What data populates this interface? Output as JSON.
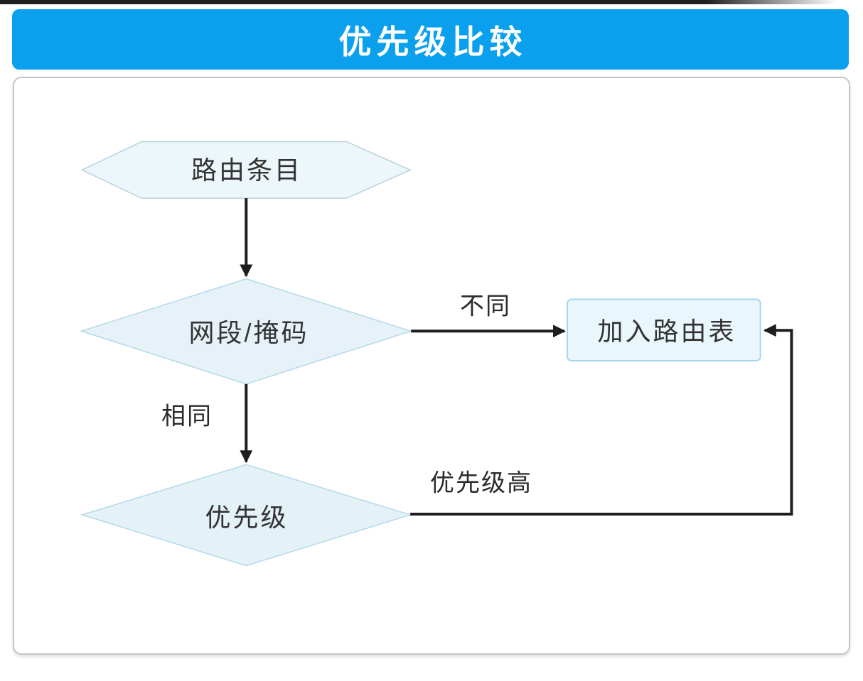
{
  "title_bar": {
    "text": "优先级比较",
    "background_color": "#0ba0ee",
    "text_color": "#ffffff"
  },
  "diagram": {
    "nodes": [
      {
        "id": "route-entry",
        "shape": "hexagon",
        "label": "路由条目"
      },
      {
        "id": "network-mask",
        "shape": "diamond",
        "label": "网段/掩码"
      },
      {
        "id": "add-routing-table",
        "shape": "rectangle",
        "label": "加入路由表"
      },
      {
        "id": "priority",
        "shape": "diamond",
        "label": "优先级"
      }
    ],
    "edge_labels": [
      {
        "id": "different",
        "text": "不同"
      },
      {
        "id": "same",
        "text": "相同"
      },
      {
        "id": "priority-high",
        "text": "优先级高"
      }
    ],
    "colors": {
      "node_fill": "#e9f4fa",
      "node_border": "#b5d9e6",
      "connector": "#1e1e1e",
      "node_text": "#333333",
      "label_text": "#2b2b2b"
    }
  }
}
